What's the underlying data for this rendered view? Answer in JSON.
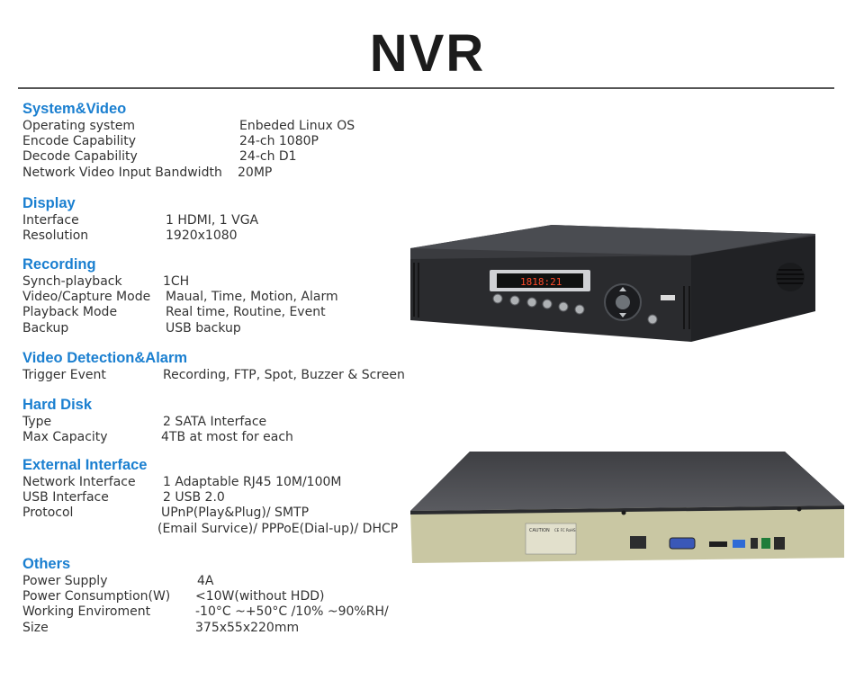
{
  "title": "NVR",
  "sections": [
    {
      "heading": "System&Video",
      "rows": [
        {
          "label": "Operating system",
          "value": "Enbeded Linux OS"
        },
        {
          "label": "Encode Capability",
          "value": "24-ch 1080P"
        },
        {
          "label": "Decode Capability",
          "value": "24-ch D1"
        },
        {
          "label": "Network Video Input Bandwidth",
          "value": "20MP"
        }
      ]
    },
    {
      "heading": "Display",
      "rows": [
        {
          "label": "Interface",
          "value": "1 HDMI, 1 VGA"
        },
        {
          "label": "Resolution",
          "value": "1920x1080"
        }
      ]
    },
    {
      "heading": "Recording",
      "rows": [
        {
          "label": "Synch-playback",
          "value": "1CH"
        },
        {
          "label": "Video/Capture Mode",
          "value": "Maual, Time, Motion, Alarm"
        },
        {
          "label": "Playback Mode",
          "value": "Real time, Routine, Event"
        },
        {
          "label": "Backup",
          "value": "USB backup"
        }
      ]
    },
    {
      "heading": "Video Detection&Alarm",
      "rows": [
        {
          "label": "Trigger Event",
          "value": "Recording, FTP, Spot, Buzzer & Screen"
        }
      ]
    },
    {
      "heading": "Hard Disk",
      "rows": [
        {
          "label": "Type",
          "value": "2 SATA  Interface"
        },
        {
          "label": "Max Capacity",
          "value": "4TB at most for each"
        }
      ]
    },
    {
      "heading": "External Interface",
      "rows": [
        {
          "label": "Network Interface",
          "value": "1 Adaptable RJ45 10M/100M"
        },
        {
          "label": "USB Interface",
          "value": "2 USB 2.0"
        },
        {
          "label": "Protocol",
          "value": "UPnP(Play&Plug)/ SMTP"
        },
        {
          "label": "",
          "value": "(Email Survice)/ PPPoE(Dial-up)/ DHCP"
        }
      ]
    },
    {
      "heading": "Others",
      "rows": [
        {
          "label": "Power Supply",
          "value": "4A"
        },
        {
          "label": "Power Consumption(W)",
          "value": "<10W(without HDD)"
        },
        {
          "label": "Working Enviroment",
          "value": "-10°C ~+50°C /10% ~90%RH/"
        },
        {
          "label": "Size",
          "value": "375x55x220mm"
        }
      ]
    }
  ],
  "front_panel": {
    "display_text": "1818:21"
  },
  "rear_panel": {
    "caution_label": "CAUTION",
    "cert_label": "CE FC RoHS"
  },
  "colors": {
    "heading": "#1a7fd0",
    "title": "#1c1c1c",
    "rear_panel": "#c9c7a3"
  }
}
